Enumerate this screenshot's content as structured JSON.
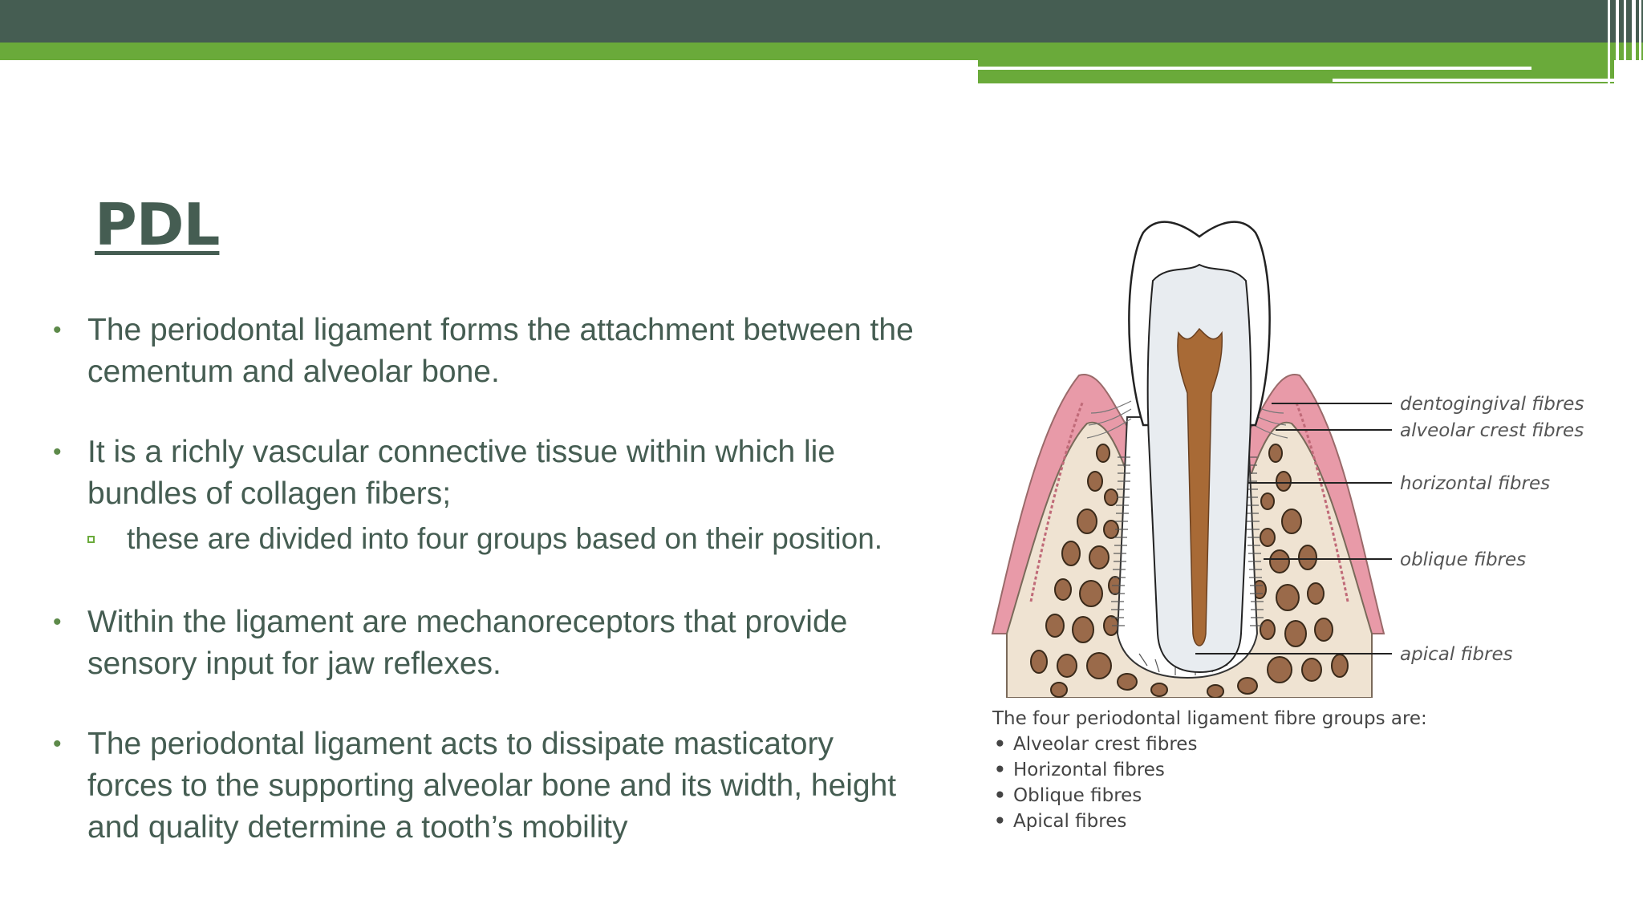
{
  "slide": {
    "title": "PDL",
    "bullets": [
      {
        "text": "The periodontal ligament forms the attachment between the cementum and alveolar bone."
      },
      {
        "text": "It is a richly vascular connective tissue within which lie bundles of collagen fibers;",
        "sub": "these are divided into four groups based on their position."
      },
      {
        "text": "Within the ligament are mechanoreceptors that provide sensory input for jaw reflexes."
      },
      {
        "text": "The periodontal ligament acts to dissipate masticatory forces to the supporting alveolar bone and its width, height and quality determine a tooth’s mobility"
      }
    ]
  },
  "figure": {
    "labels": {
      "dentogingival": "dentogingival fibres",
      "alveolar_crest": "alveolar crest fibres",
      "horizontal": "horizontal fibres",
      "oblique": "oblique fibres",
      "apical": "apical fibres"
    },
    "caption": {
      "heading": "The four periodontal ligament fibre groups are:",
      "items": [
        "Alveolar crest fibres",
        "Horizontal fibres",
        "Oblique fibres",
        "Apical fibres"
      ]
    }
  },
  "colors": {
    "header_dark": "#455d52",
    "header_green": "#6aaa3a",
    "title": "#455d52",
    "body_text": "#455d52",
    "pulp": "#a86a36",
    "gingiva": "#e89aa8",
    "bone": "#efe3d2"
  }
}
